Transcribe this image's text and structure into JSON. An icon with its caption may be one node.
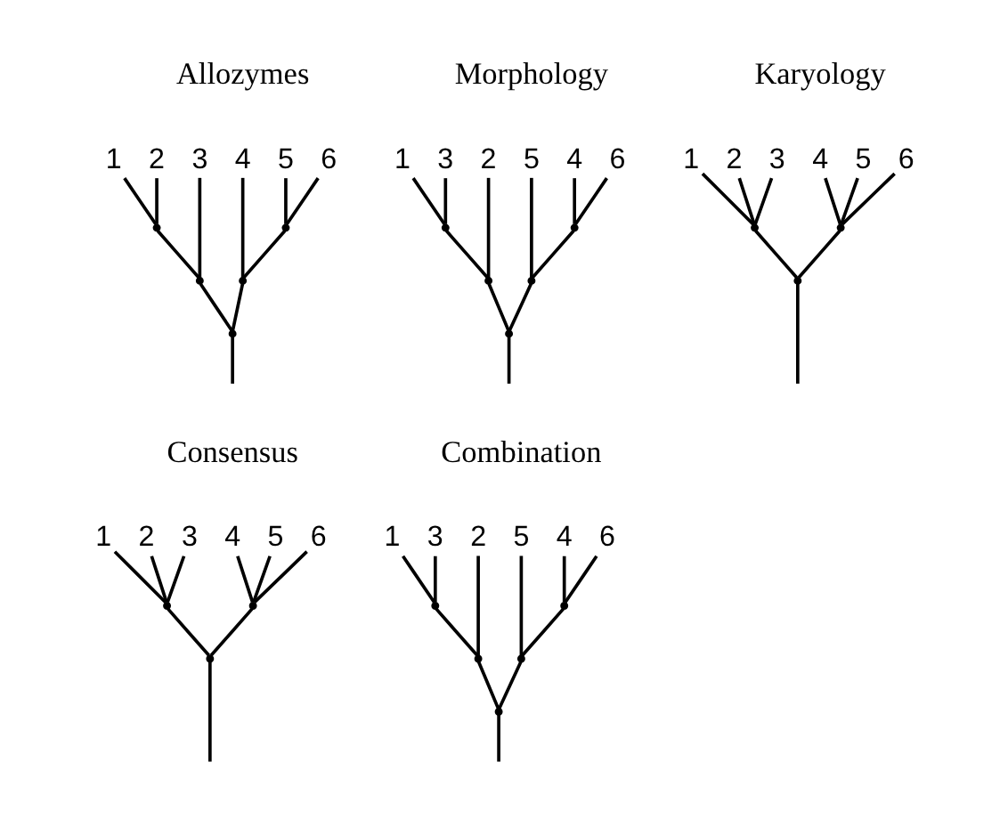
{
  "diagram": {
    "nodes": [
      {
        "text": [],
        "shape": "point"
      },
      {
        "text": [],
        "shape": "point"
      },
      {
        "text": [],
        "shape": "point"
      },
      {
        "text": [],
        "shape": "point"
      },
      {
        "text": [],
        "shape": "point"
      },
      {
        "text": [
          "1"
        ]
      },
      {
        "text": [
          "2"
        ]
      },
      {
        "text": [
          "3"
        ]
      },
      {
        "text": [
          "4"
        ]
      },
      {
        "text": [
          "5"
        ]
      },
      {
        "text": [
          "6"
        ]
      },
      {
        "text": [],
        "shape": "point"
      },
      {
        "text": [],
        "shape": "point"
      },
      {
        "text": [],
        "shape": "point"
      },
      {
        "text": [],
        "shape": "point"
      },
      {
        "text": [],
        "shape": "point"
      },
      {
        "text": [
          "1"
        ]
      },
      {
        "text": [
          "3"
        ]
      },
      {
        "text": [
          "2"
        ]
      },
      {
        "text": [
          "5"
        ]
      },
      {
        "text": [
          "4"
        ]
      },
      {
        "text": [
          "6"
        ]
      },
      {
        "text": [],
        "shape": "point"
      },
      {
        "text": [],
        "shape": "point"
      },
      {
        "text": [],
        "shape": "point"
      },
      {
        "text": [
          "1"
        ]
      },
      {
        "text": [
          "2"
        ]
      },
      {
        "text": [
          "3"
        ]
      },
      {
        "text": [
          "4"
        ]
      },
      {
        "text": [
          "5"
        ]
      },
      {
        "text": [
          "6"
        ]
      },
      {
        "text": [],
        "shape": "point"
      },
      {
        "text": [],
        "shape": "point"
      },
      {
        "text": [],
        "shape": "point"
      },
      {
        "text": [
          "1"
        ]
      },
      {
        "text": [
          "2"
        ]
      },
      {
        "text": [
          "3"
        ]
      },
      {
        "text": [
          "4"
        ]
      },
      {
        "text": [
          "5"
        ]
      },
      {
        "text": [
          "6"
        ]
      },
      {
        "text": [],
        "shape": "point"
      },
      {
        "text": [],
        "shape": "point"
      },
      {
        "text": [],
        "shape": "point"
      },
      {
        "text": [],
        "shape": "point"
      },
      {
        "text": [],
        "shape": "point"
      },
      {
        "text": [
          "1"
        ]
      },
      {
        "text": [
          "3"
        ]
      },
      {
        "text": [
          "2"
        ]
      },
      {
        "text": [
          "5"
        ]
      },
      {
        "text": [
          "4"
        ]
      },
      {
        "text": [
          "6"
        ]
      }
    ],
    "edges": [
      {
        "from": null,
        "to": 0,
        "arrow": "none"
      },
      {
        "from": 0,
        "to": 1,
        "arrow": "none"
      },
      {
        "from": 0,
        "to": 3,
        "arrow": "none"
      },
      {
        "from": 1,
        "to": 2,
        "arrow": "none"
      },
      {
        "from": 1,
        "to": 7,
        "arrow": "none"
      },
      {
        "from": 2,
        "to": 5,
        "arrow": "none"
      },
      {
        "from": 2,
        "to": 6,
        "arrow": "none"
      },
      {
        "from": 3,
        "to": 8,
        "arrow": "none"
      },
      {
        "from": 3,
        "to": 4,
        "arrow": "none"
      },
      {
        "from": 4,
        "to": 9,
        "arrow": "none"
      },
      {
        "from": 4,
        "to": 10,
        "arrow": "none"
      },
      {
        "from": null,
        "to": 11,
        "arrow": "none"
      },
      {
        "from": 11,
        "to": 12,
        "arrow": "none"
      },
      {
        "from": 11,
        "to": 14,
        "arrow": "none"
      },
      {
        "from": 12,
        "to": 13,
        "arrow": "none"
      },
      {
        "from": 12,
        "to": 18,
        "arrow": "none"
      },
      {
        "from": 13,
        "to": 16,
        "arrow": "none"
      },
      {
        "from": 13,
        "to": 17,
        "arrow": "none"
      },
      {
        "from": 14,
        "to": 19,
        "arrow": "none"
      },
      {
        "from": 14,
        "to": 15,
        "arrow": "none"
      },
      {
        "from": 15,
        "to": 20,
        "arrow": "none"
      },
      {
        "from": 15,
        "to": 21,
        "arrow": "none"
      },
      {
        "from": null,
        "to": 22,
        "arrow": "none"
      },
      {
        "from": 22,
        "to": 23,
        "arrow": "none"
      },
      {
        "from": 22,
        "to": 24,
        "arrow": "none"
      },
      {
        "from": 23,
        "to": 25,
        "arrow": "none"
      },
      {
        "from": 23,
        "to": 26,
        "arrow": "none"
      },
      {
        "from": 23,
        "to": 27,
        "arrow": "none"
      },
      {
        "from": 24,
        "to": 28,
        "arrow": "none"
      },
      {
        "from": 24,
        "to": 29,
        "arrow": "none"
      },
      {
        "from": 24,
        "to": 30,
        "arrow": "none"
      },
      {
        "from": null,
        "to": 31,
        "arrow": "none"
      },
      {
        "from": 31,
        "to": 32,
        "arrow": "none"
      },
      {
        "from": 31,
        "to": 33,
        "arrow": "none"
      },
      {
        "from": 32,
        "to": 34,
        "arrow": "none"
      },
      {
        "from": 32,
        "to": 35,
        "arrow": "none"
      },
      {
        "from": 32,
        "to": 36,
        "arrow": "none"
      },
      {
        "from": 33,
        "to": 37,
        "arrow": "none"
      },
      {
        "from": 33,
        "to": 38,
        "arrow": "none"
      },
      {
        "from": 33,
        "to": 39,
        "arrow": "none"
      },
      {
        "from": null,
        "to": 40,
        "arrow": "none"
      },
      {
        "from": 40,
        "to": 41,
        "arrow": "none"
      },
      {
        "from": 40,
        "to": 43,
        "arrow": "none"
      },
      {
        "from": 41,
        "to": 42,
        "arrow": "none"
      },
      {
        "from": 41,
        "to": 47,
        "arrow": "none"
      },
      {
        "from": 42,
        "to": 45,
        "arrow": "none"
      },
      {
        "from": 42,
        "to": 46,
        "arrow": "none"
      },
      {
        "from": 43,
        "to": 48,
        "arrow": "none"
      },
      {
        "from": 43,
        "to": 44,
        "arrow": "none"
      },
      {
        "from": 44,
        "to": 49,
        "arrow": "none"
      },
      {
        "from": 44,
        "to": 50,
        "arrow": "none"
      }
    ],
    "labels": [
      "Allozymes",
      "Morphology",
      "Karyology",
      "Consensus",
      "Combination"
    ]
  }
}
